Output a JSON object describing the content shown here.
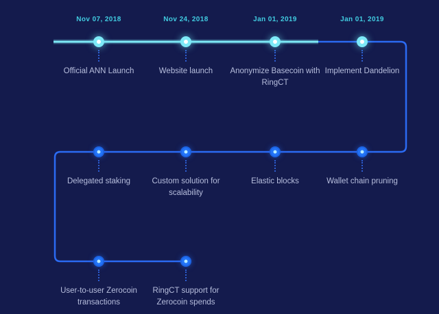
{
  "colors": {
    "background": "#141b4d",
    "cyan_line": "#7de9f7",
    "cyan_date_text": "#41cbe0",
    "blue_line": "#2b6bf3",
    "blue_dot": "#2374f8",
    "label_text": "#b7bedd"
  },
  "timeline": {
    "rows": [
      {
        "milestones": [
          {
            "date": "Nov 07, 2018",
            "label": "Official ANN Launch"
          },
          {
            "date": "Nov 24, 2018",
            "label": "Website launch"
          },
          {
            "date": "Jan 01, 2019",
            "label": "Anonymize Basecoin with RingCT"
          },
          {
            "date": "Jan 01, 2019",
            "label": "Implement Dandelion"
          }
        ]
      },
      {
        "milestones": [
          {
            "label": "Delegated staking"
          },
          {
            "label": "Custom solution for scalability"
          },
          {
            "label": "Elastic blocks"
          },
          {
            "label": "Wallet chain pruning"
          }
        ]
      },
      {
        "milestones": [
          {
            "label": "User-to-user Zerocoin transactions"
          },
          {
            "label": "RingCT support for Zerocoin spends"
          }
        ]
      }
    ]
  }
}
